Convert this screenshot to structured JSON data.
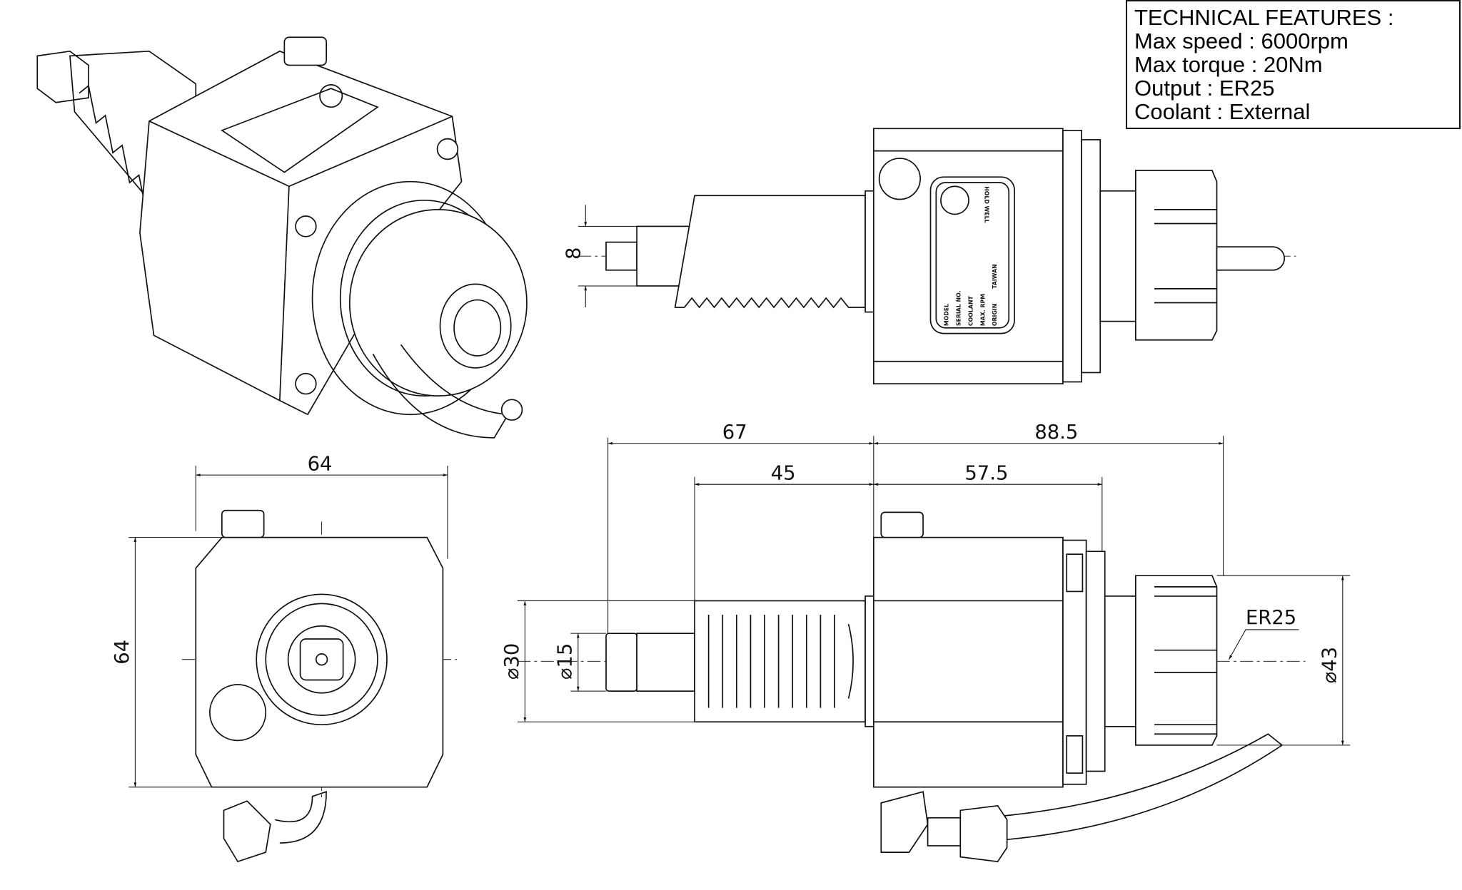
{
  "technical_features": {
    "title": "TECHNICAL FEATURES :",
    "rows": [
      {
        "label": "Max speed",
        "value": "6000rpm"
      },
      {
        "label": "Max torque",
        "value": "20Nm"
      },
      {
        "label": "Output",
        "value": "ER25"
      },
      {
        "label": "Coolant",
        "value": "External"
      }
    ]
  },
  "nameplate": {
    "brand": "HOLD WELL",
    "fields": [
      "MODEL",
      "SERIAL NO.",
      "COOLANT",
      "MAX. RPM",
      "ORIGIN"
    ],
    "origin_value": "TAIWAN"
  },
  "dimensions": {
    "shank_width": "8",
    "front_width": "64",
    "front_height": "64",
    "overall_rear": "67",
    "shaft_length": "45",
    "overall_front": "88.5",
    "body_front": "57.5",
    "dia_shaft": "30",
    "dia_shank": "15",
    "dia_nut": "43",
    "collet": "ER25",
    "dia_symbol": "⌀"
  }
}
